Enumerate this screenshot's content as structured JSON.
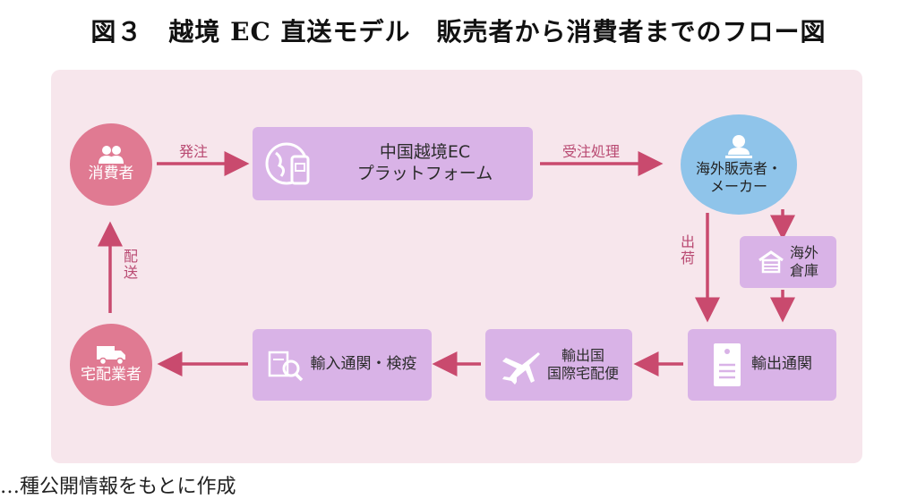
{
  "title": "図３　越境 EC 直送モデル　販売者から消費者までのフロー図",
  "nodes": {
    "consumer": "消費者",
    "platform_line1": "中国越境EC",
    "platform_line2": "プラットフォーム",
    "seller_line1": "海外販売者・",
    "seller_line2": "メーカー",
    "warehouse_line1": "海外",
    "warehouse_line2": "倉庫",
    "export_customs": "輸出通関",
    "export_courier_line1": "輸出国",
    "export_courier_line2": "国際宅配便",
    "import_customs": "輸入通関・検疫",
    "delivery": "宅配業者"
  },
  "edges": {
    "order": "発注",
    "order_processing": "受注処理",
    "shipment": "出荷",
    "delivery": "配送"
  },
  "colors": {
    "panel": "#f7e6ec",
    "arrow": "#c94a6e",
    "pink_node": "#e07a92",
    "blue_node": "#8fc4ea",
    "purple_node": "#d9b3e7"
  },
  "footer": "…種公開情報をもとに作成"
}
